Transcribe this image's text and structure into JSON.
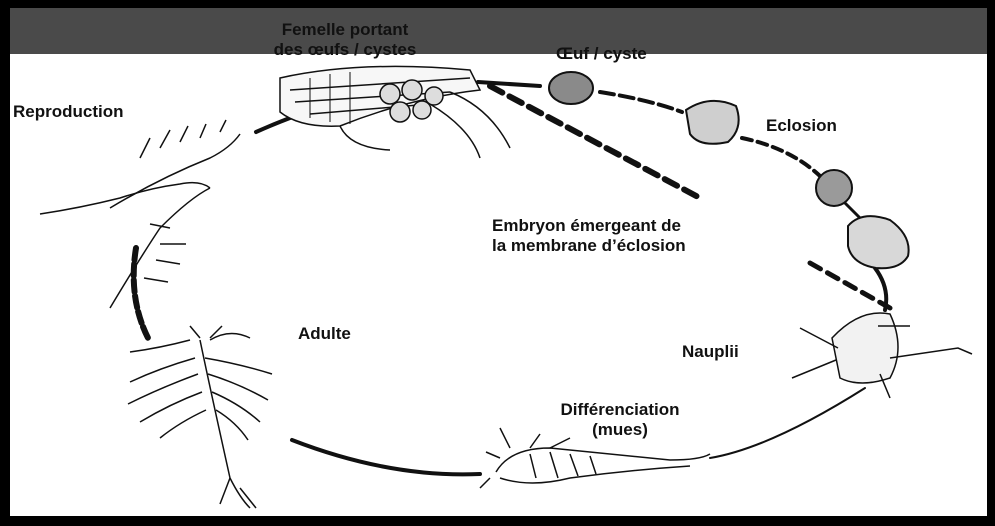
{
  "diagram": {
    "labels": {
      "female_line1": "Femelle portant",
      "female_line2": "des œufs / cystes",
      "egg": "Œuf / cyste",
      "reproduction": "Reproduction",
      "hatching": "Eclosion",
      "embryo_line1": "Embryon émergeant de",
      "embryo_line2": "la membrane d’éclosion",
      "adult": "Adulte",
      "nauplii": "Nauplii",
      "diff_line1": "Différenciation",
      "diff_line2": "(mues)"
    },
    "colors": {
      "frame": "#000000",
      "background": "#ffffff",
      "header_band": "#4a4a4a",
      "ink": "#111111"
    }
  }
}
